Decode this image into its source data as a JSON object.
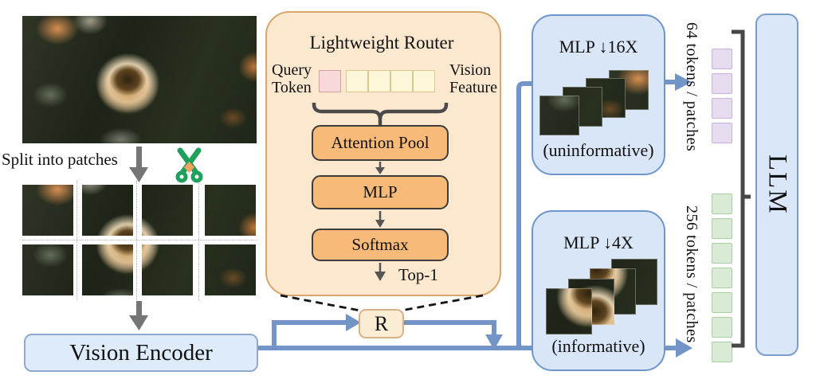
{
  "diagram": {
    "input": {
      "split_label": "Split into patches"
    },
    "vision_encoder_label": "Vision Encoder",
    "router": {
      "title": "Lightweight Router",
      "query_token_label": "Query Token",
      "vision_feature_label": "Vision Feature",
      "stages": [
        "Attention Pool",
        "MLP",
        "Softmax"
      ],
      "top1_label": "Top-1",
      "router_node_label": "R"
    },
    "branches": {
      "uninformative": {
        "title": "MLP ↓16X",
        "caption": "(uninformative)"
      },
      "informative": {
        "title": "MLP ↓4X",
        "caption": "(informative)"
      }
    },
    "tokens": {
      "uninformative": {
        "label": "64 tokens / patches",
        "count": 4,
        "fill": "#E7DBEF",
        "border": "#C9B2DA"
      },
      "informative": {
        "label": "256 tokens / patches",
        "count": 7,
        "fill": "#D9EBD4",
        "border": "#AACFA3"
      }
    },
    "llm_label": "LLM",
    "colors": {
      "connector_blue": "#7294C7",
      "blue_box_fill": "#D9E6F7",
      "blue_box_border": "#6F96CC",
      "router_fill": "#FBE8CF",
      "router_border": "#D8A76E",
      "stage_fill": "#F7BA78",
      "stage_border": "#3E3C39",
      "query_token_pink": "#F8D8D9",
      "vision_feature_yellow": "#FDF6D8",
      "scissors_green": "#1FA05C",
      "bracket_gray": "#474747"
    }
  }
}
